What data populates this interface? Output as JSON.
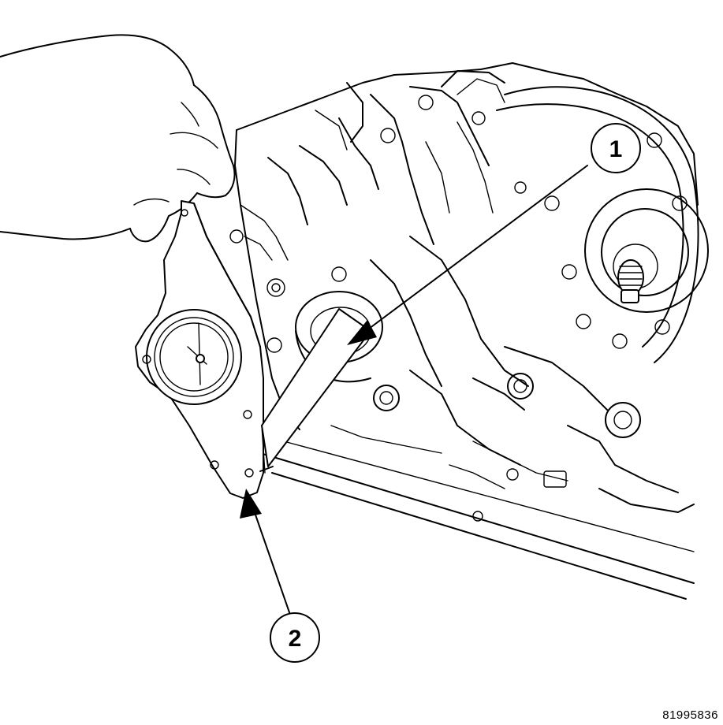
{
  "callouts": [
    {
      "label": "1"
    },
    {
      "label": "2"
    }
  ],
  "figure_id": "81995836",
  "colors": {
    "line": "#000000",
    "background": "#ffffff"
  }
}
